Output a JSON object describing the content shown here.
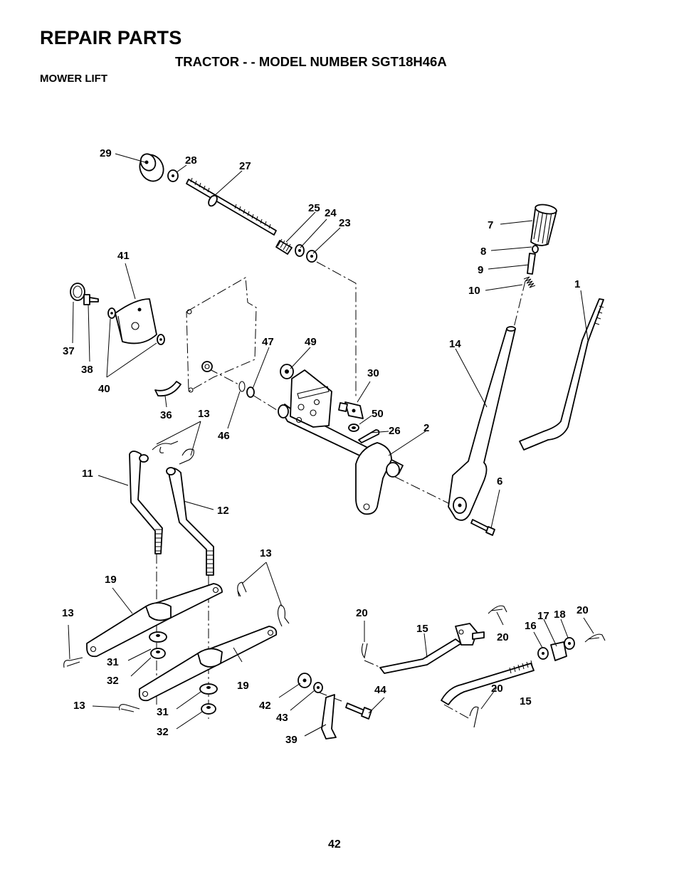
{
  "header": {
    "title": "REPAIR PARTS",
    "subtitle": "TRACTOR - - MODEL NUMBER SGT18H46A",
    "section": "MOWER LIFT"
  },
  "page_number": "42",
  "callouts": {
    "c29": "29",
    "c28": "28",
    "c27": "27",
    "c25": "25",
    "c24": "24",
    "c23": "23",
    "c7": "7",
    "c8": "8",
    "c9": "9",
    "c10": "10",
    "c1": "1",
    "c41": "41",
    "c37": "37",
    "c38": "38",
    "c40": "40",
    "c47": "47",
    "c49": "49",
    "c30": "30",
    "c14": "14",
    "c36": "36",
    "c13a": "13",
    "c46": "46",
    "c50": "50",
    "c26": "26",
    "c2": "2",
    "c11": "11",
    "c6": "6",
    "c12": "12",
    "c13b": "13",
    "c19a": "19",
    "c13c": "13",
    "c20a": "20",
    "c15a": "15",
    "c20b": "20",
    "c17": "17",
    "c18": "18",
    "c20c": "20",
    "c16": "16",
    "c31a": "31",
    "c32a": "32",
    "c19b": "19",
    "c42": "42",
    "c44": "44",
    "c20d": "20",
    "c15b": "15",
    "c13d": "13",
    "c31b": "31",
    "c43": "43",
    "c32b": "32",
    "c39": "39"
  }
}
